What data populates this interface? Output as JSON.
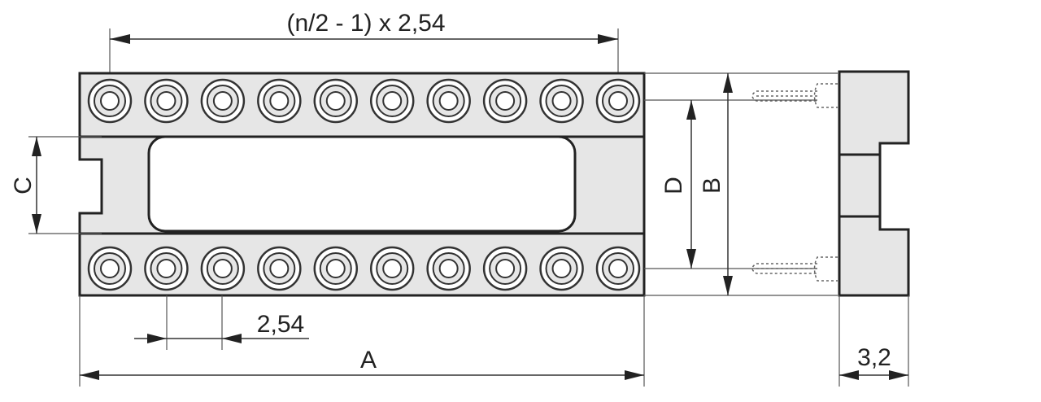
{
  "diagram": {
    "labels": {
      "pitch_formula": "(n/2 - 1) x 2,54",
      "pitch": "2,54",
      "dim_a": "A",
      "dim_b": "B",
      "dim_c": "C",
      "dim_d": "D",
      "side_width": "3,2"
    },
    "pins_per_row": 10,
    "colors": {
      "body_fill": "#e6e6e6",
      "outline": "#222222"
    }
  }
}
